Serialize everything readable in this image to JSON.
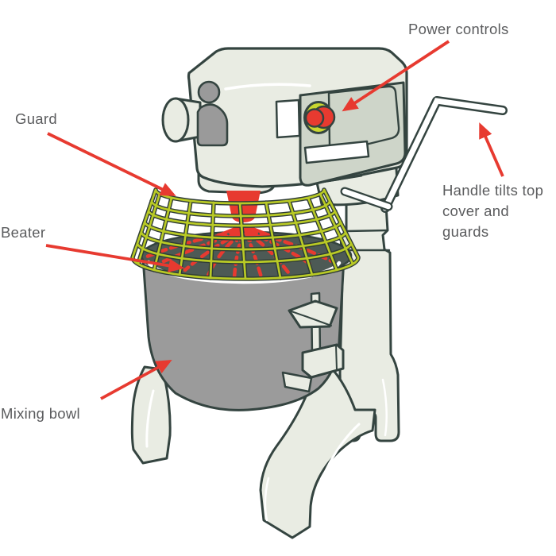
{
  "diagram": {
    "annotations": [
      {
        "id": "power-controls",
        "text": "Power controls"
      },
      {
        "id": "guard",
        "text": "Guard"
      },
      {
        "id": "beater",
        "text": "Beater"
      },
      {
        "id": "handle",
        "text": "Handle tilts top cover and guards"
      },
      {
        "id": "mixing-bowl",
        "text": "Mixing bowl"
      }
    ],
    "colors": {
      "outline": "#344440",
      "body-cream": "#e9ece3",
      "panel-gray": "#ced5c9",
      "bowl-gray": "#9b9b9b",
      "cover-dark": "#4d5a55",
      "knob-gray": "#9a9a9a",
      "guard-yellow": "#b9ca25",
      "beater-red": "#e73a30",
      "arrow-red": "#e73a30",
      "button-red": "#e73a30",
      "button-ring": "#c9d630",
      "label-text": "#5b5c5e",
      "bg": "#ffffff"
    }
  }
}
